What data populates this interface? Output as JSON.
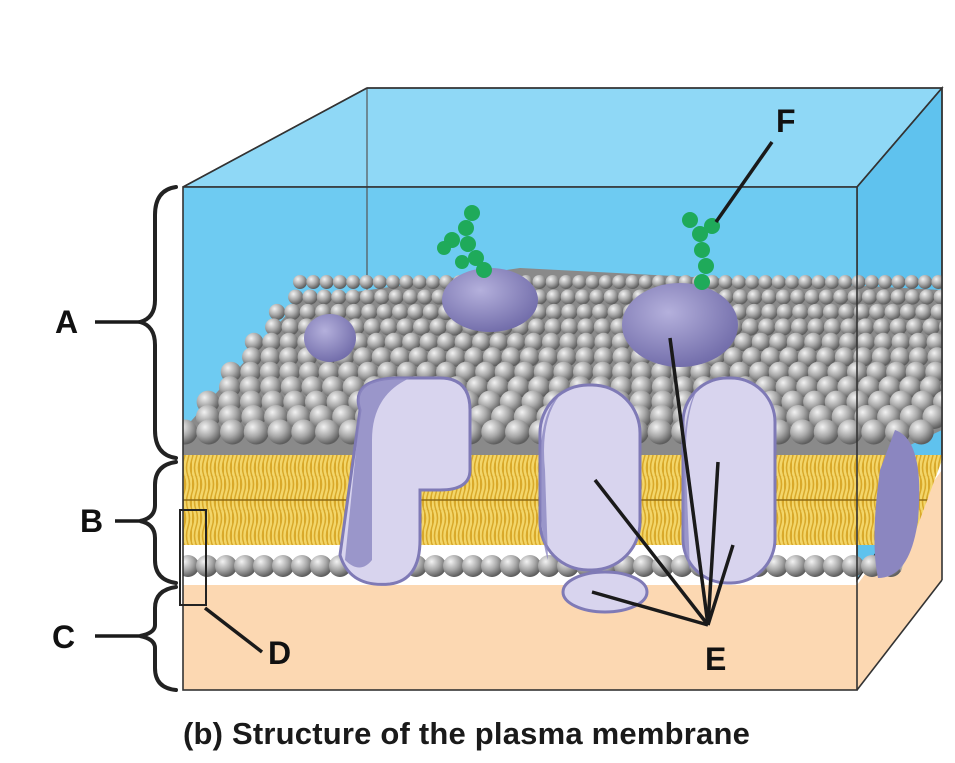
{
  "caption": "(b) Structure of the plasma membrane",
  "labels": {
    "a": "A",
    "b": "B",
    "c": "C",
    "d": "D",
    "e": "E",
    "f": "F"
  },
  "colors": {
    "extracellular": "#6ecbf2",
    "cytoplasm": "#fcd8b2",
    "phospholipid_head": "#9a9a9a",
    "lipid_tail": "#e8c23c",
    "protein": "#d8d4ee",
    "protein_shadow": "#7f7ab6",
    "carbohydrate": "#1faa5a",
    "outline": "#222222"
  }
}
